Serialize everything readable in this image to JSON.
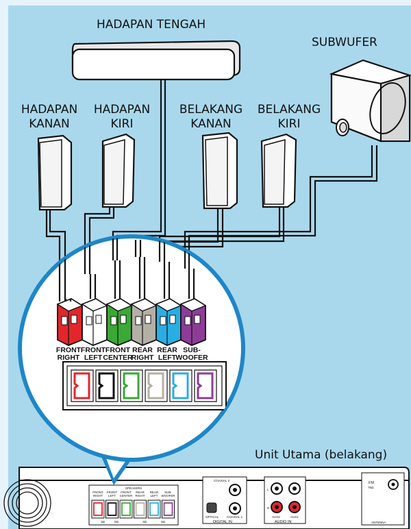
{
  "labels": {
    "center": "HADAPAN TENGAH",
    "subwoofer": "SUBWUFER",
    "front_right": [
      "HADAPAN",
      "KANAN"
    ],
    "front_left": [
      "HADAPAN",
      "KIRI"
    ],
    "rear_right": [
      "BELAKANG",
      "KANAN"
    ],
    "rear_left": [
      "BELAKANG",
      "KIRI"
    ],
    "main_unit": "Unit Utama (belakang)"
  },
  "connectors": [
    {
      "line1": "FRONT",
      "line2": "RIGHT",
      "color": "#e2262c"
    },
    {
      "line1": "FRONT",
      "line2": "LEFT",
      "color": "#ffffff"
    },
    {
      "line1": "FRONT",
      "line2": "CENTER",
      "color": "#3aa935"
    },
    {
      "line1": "REAR",
      "line2": "RIGHT",
      "color": "#b5b0a5"
    },
    {
      "line1": "REAR",
      "line2": "LEFT",
      "color": "#29aee4"
    },
    {
      "line1": "SUB-",
      "line2": "WOOFER",
      "color": "#8e3d97"
    }
  ],
  "panel": {
    "speakers_title": "SPEAKERS",
    "speaker_ports": [
      [
        "FRONT",
        "RIGHT"
      ],
      [
        "FRONT",
        "LEFT"
      ],
      [
        "FRONT",
        "CENTER"
      ],
      [
        "REAR",
        "RIGHT"
      ],
      [
        "REAR",
        "LEFT"
      ],
      [
        "SUB-",
        "WOOFER"
      ]
    ],
    "impedance": [
      "3Ω",
      "6Ω",
      "3Ω",
      "6Ω"
    ],
    "coaxial2": "COAXIAL 2",
    "coaxial1": "COAXIAL 1",
    "optical": "OPTICAL",
    "digital_in": "DIGITAL IN",
    "aux2": "AUX2",
    "aux1": "AUX1",
    "audio_in": "AUDIO IN",
    "fm": "FM",
    "fm_impedance": "75Ω",
    "antenna": "ANTENNA",
    "channel_l": "L",
    "channel_r": "R"
  },
  "colors": {
    "background": "#a9d8ed",
    "frame": "#e6f3fa",
    "magnifier_border": "#1e86c8",
    "red": "#e2262c",
    "green": "#3aa935",
    "blue": "#29aee4",
    "purple": "#8e3d97",
    "gray": "#b5b0a5"
  }
}
